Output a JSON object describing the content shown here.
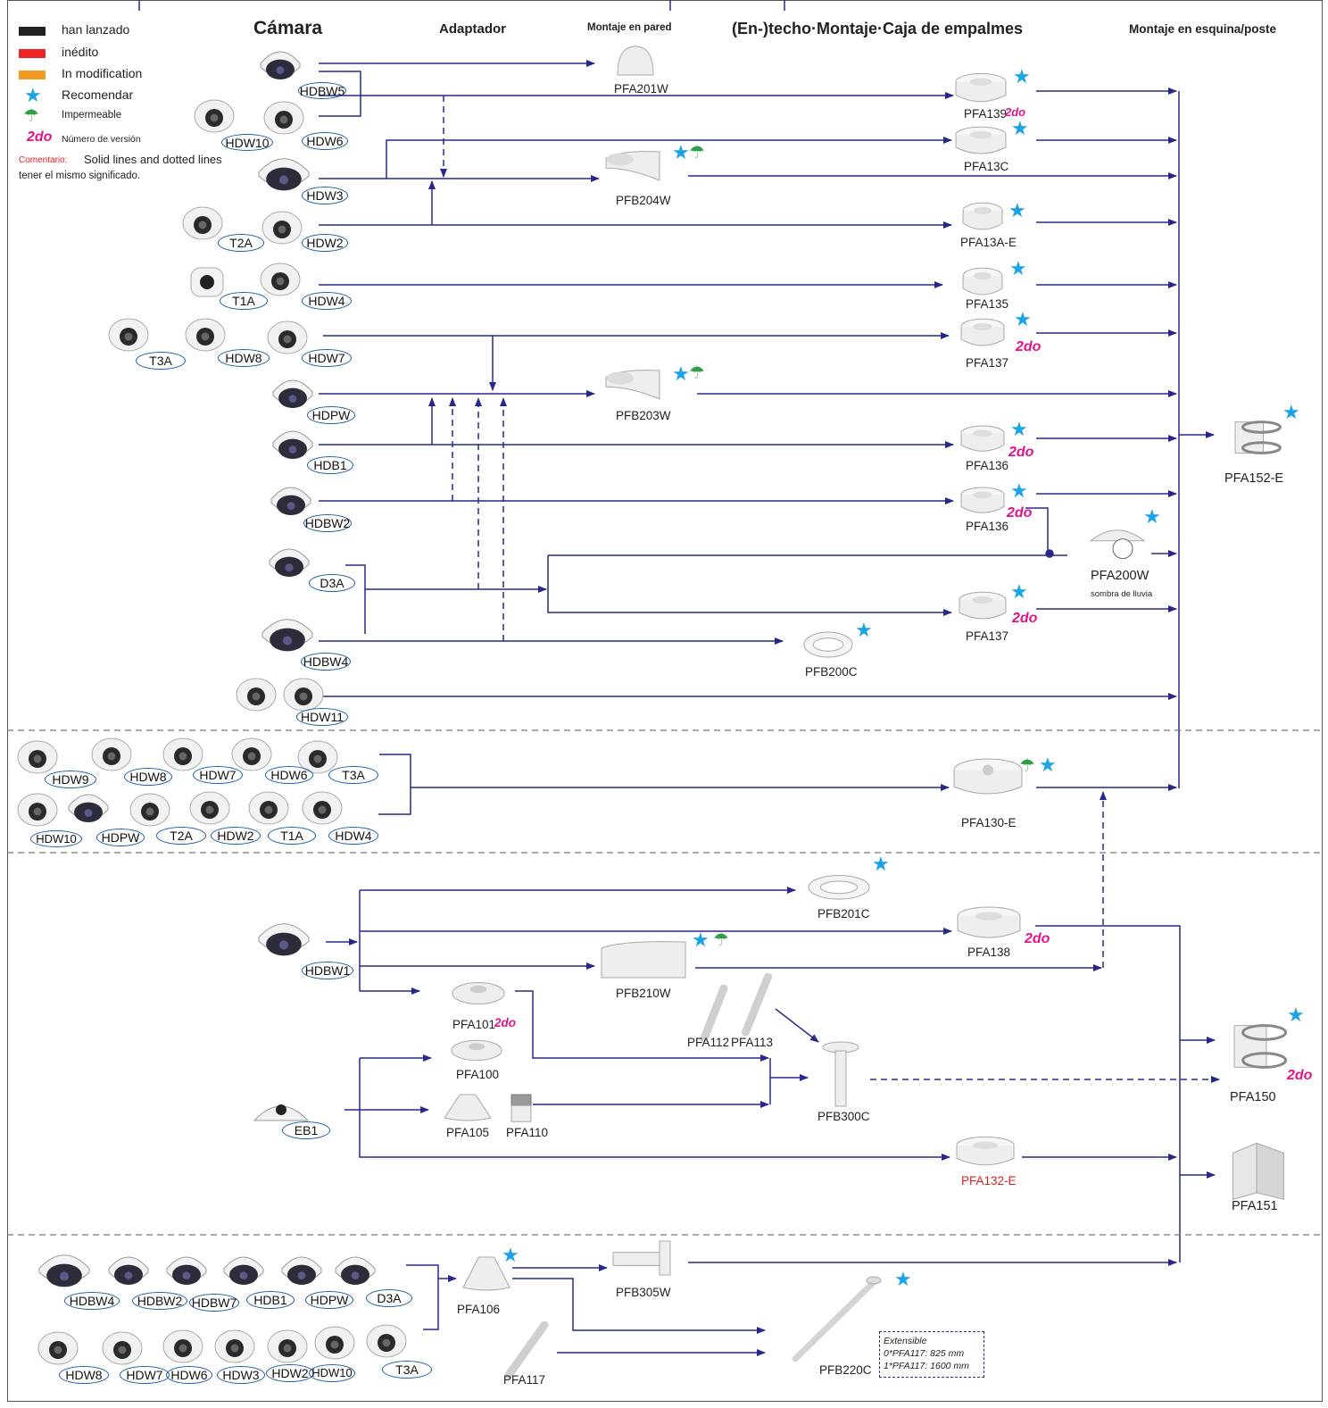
{
  "headers": {
    "camera": "Cámara",
    "adapter": "Adaptador",
    "wall_mount": "Montaje en pared",
    "ceiling_box": "(En-)techo·Montaje·Caja de empalmes",
    "corner_pole": "Montaje en esquina/poste"
  },
  "legend": {
    "released": "han lanzado",
    "unreleased": "inédito",
    "modification": "In modification",
    "recommend": "Recomendar",
    "waterproof": "Impermeable",
    "version_badge": "2do",
    "version_label": "Número de versión",
    "comment_label": "Comentario:",
    "comment_line1": "Solid lines and dotted lines",
    "comment_line2": "tener el mismo significado.",
    "colors": {
      "released": "#222222",
      "unreleased": "#ee2222",
      "modification": "#f39a22"
    }
  },
  "colors": {
    "arrow": "#28288c",
    "star": "#1aa3e6",
    "umbrella": "#2e9e48",
    "version": "#e0148c",
    "oval": "#1f5ea8"
  },
  "cameras": {
    "hdbw5": "HDBW5",
    "hdw10_a": "HDW10",
    "hdw6_a": "HDW6",
    "hdw3_a": "HDW3",
    "t2a_a": "T2A",
    "hdw2_a": "HDW2",
    "t1a_a": "T1A",
    "hdw4_a": "HDW4",
    "t3a_a": "T3A",
    "hdw8_a": "HDW8",
    "hdw7_a": "HDW7",
    "hdpw_a": "HDPW",
    "hdb1_a": "HDB1",
    "hdbw2_a": "HDBW2",
    "d3a_a": "D3A",
    "hdbw4_a": "HDBW4",
    "hdw11": "HDW11",
    "hdw9_b": "HDW9",
    "hdw8_b": "HDW8",
    "hdw7_b": "HDW7",
    "hdw6_b": "HDW6",
    "t3a_b": "T3A",
    "hdw10_b": "HDW10",
    "hdpw_b": "HDPW",
    "t2a_b": "T2A",
    "hdw2_b": "HDW2",
    "t1a_b": "T1A",
    "hdw4_b": "HDW4",
    "hdbw1": "HDBW1",
    "eb1": "EB1",
    "hdbw4_d": "HDBW4",
    "hdbw2_d": "HDBW2",
    "hdbw7_d": "HDBW7",
    "hdb1_d": "HDB1",
    "hdpw_d": "HDPW",
    "d3a_d": "D3A",
    "hdw8_d": "HDW8",
    "hdw7_d": "HDW7",
    "hdw6_d": "HDW6",
    "hdw3_d": "HDW3",
    "hdw2_d": "HDW2",
    "hdw10_d": "HDW10",
    "t3a_d": "T3A"
  },
  "products": {
    "pfa201w": "PFA201W",
    "pfa139": "PFA139",
    "pfa13c": "PFA13C",
    "pfb204w": "PFB204W",
    "pfa13ae": "PFA13A-E",
    "pfa135": "PFA135",
    "pfa137_a": "PFA137",
    "pfb203w": "PFB203W",
    "pfa136_a": "PFA136",
    "pfa136_b": "PFA136",
    "pfa200w": "PFA200W",
    "pfa200w_sub": "sombra de lluvia",
    "pfa137_b": "PFA137",
    "pfb200c": "PFB200C",
    "pfa152e": "PFA152-E",
    "pfa130e": "PFA130-E",
    "pfb201c": "PFB201C",
    "pfa138": "PFA138",
    "pfb210w": "PFB210W",
    "pfa101": "PFA101",
    "pfa112": "PFA112",
    "pfa113": "PFA113",
    "pfa100": "PFA100",
    "pfb300c": "PFB300C",
    "pfa105": "PFA105",
    "pfa110": "PFA110",
    "pfa132e": "PFA132-E",
    "pfa150": "PFA150",
    "pfa151": "PFA151",
    "pfa106": "PFA106",
    "pfb305w": "PFB305W",
    "pfa117": "PFA117",
    "pfb220c": "PFB220C"
  },
  "version_tag": "2do",
  "note": {
    "line1": "Extensible",
    "line2": "0*PFA117: 825 mm",
    "line3": "1*PFA117: 1600 mm"
  }
}
